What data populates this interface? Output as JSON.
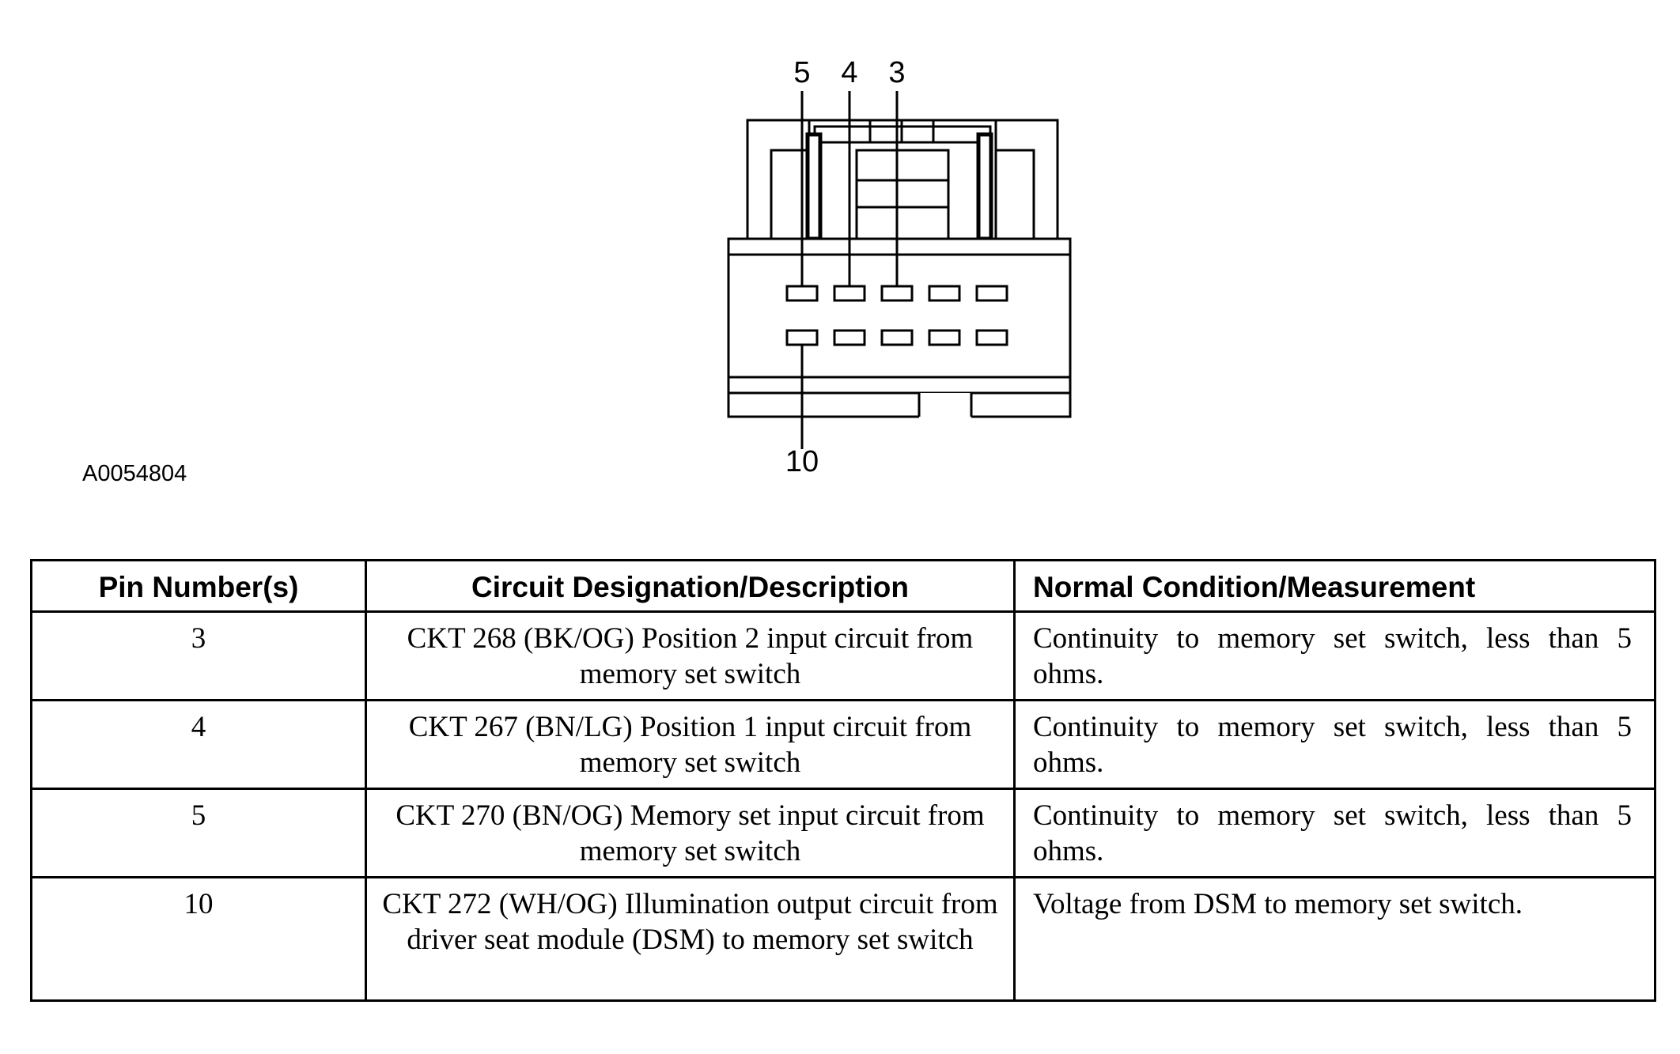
{
  "figure": {
    "id": "A0054804",
    "callouts": {
      "top_pins": [
        "5",
        "4",
        "3"
      ],
      "bottom_pin": "10"
    }
  },
  "table": {
    "headers": {
      "pin": "Pin Number(s)",
      "description": "Circuit Designation/Description",
      "normal": "Normal Condition/Measurement"
    },
    "rows": [
      {
        "pin": "3",
        "description": "CKT 268 (BK/OG) Position 2 input circuit from memory set switch",
        "normal": "Continuity to memory set switch, less than 5 ohms."
      },
      {
        "pin": "4",
        "description": "CKT 267 (BN/LG) Position 1 input circuit from memory set switch",
        "normal": "Continuity to memory set switch, less than 5 ohms."
      },
      {
        "pin": "5",
        "description": "CKT 270 (BN/OG) Memory set input circuit from memory set switch",
        "normal": "Continuity to memory set switch, less than 5 ohms."
      },
      {
        "pin": "10",
        "description": "CKT 272 (WH/OG) Illumination output circuit from driver seat module (DSM) to memory set switch",
        "normal": "Voltage from DSM to memory set switch."
      }
    ]
  }
}
